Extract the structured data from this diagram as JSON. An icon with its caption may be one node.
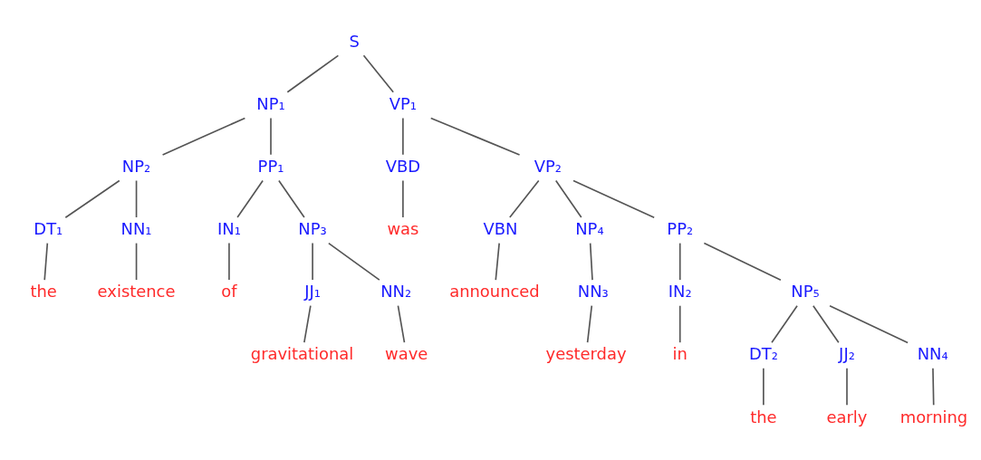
{
  "diagram": {
    "nodes": [
      {
        "text": [
          "S"
        ]
      },
      {
        "text": [
          "NP₁"
        ]
      },
      {
        "text": [
          "VP₁"
        ]
      },
      {
        "text": [
          "NP₂"
        ]
      },
      {
        "text": [
          "PP₁"
        ]
      },
      {
        "text": [
          "VBD"
        ]
      },
      {
        "text": [
          "VP₂"
        ]
      },
      {
        "text": [
          "DT₁"
        ]
      },
      {
        "text": [
          "NN₁"
        ]
      },
      {
        "text": [
          "IN₁"
        ]
      },
      {
        "text": [
          "NP₃"
        ]
      },
      {
        "text": [
          "was"
        ]
      },
      {
        "text": [
          "VBN"
        ]
      },
      {
        "text": [
          "NP₄"
        ]
      },
      {
        "text": [
          "PP₂"
        ]
      },
      {
        "text": [
          "the"
        ]
      },
      {
        "text": [
          "existence"
        ]
      },
      {
        "text": [
          "of"
        ]
      },
      {
        "text": [
          "JJ₁"
        ]
      },
      {
        "text": [
          "NN₂"
        ]
      },
      {
        "text": [
          "announced"
        ]
      },
      {
        "text": [
          "NN₃"
        ]
      },
      {
        "text": [
          "IN₂"
        ]
      },
      {
        "text": [
          "NP₅"
        ]
      },
      {
        "text": [
          "gravitational"
        ]
      },
      {
        "text": [
          "wave"
        ]
      },
      {
        "text": [
          "yesterday"
        ]
      },
      {
        "text": [
          "in"
        ]
      },
      {
        "text": [
          "DT₂"
        ]
      },
      {
        "text": [
          "JJ₂"
        ]
      },
      {
        "text": [
          "NN₄"
        ]
      },
      {
        "text": [
          "the"
        ]
      },
      {
        "text": [
          "early"
        ]
      },
      {
        "text": [
          "morning"
        ]
      }
    ],
    "edges": [
      {
        "from": 0,
        "to": 1,
        "arrow": "none"
      },
      {
        "from": 0,
        "to": 2,
        "arrow": "none"
      },
      {
        "from": 1,
        "to": 3,
        "arrow": "none"
      },
      {
        "from": 1,
        "to": 4,
        "arrow": "none"
      },
      {
        "from": 2,
        "to": 5,
        "arrow": "none"
      },
      {
        "from": 2,
        "to": 6,
        "arrow": "none"
      },
      {
        "from": 3,
        "to": 7,
        "arrow": "none"
      },
      {
        "from": 3,
        "to": 8,
        "arrow": "none"
      },
      {
        "from": 4,
        "to": 9,
        "arrow": "none"
      },
      {
        "from": 4,
        "to": 10,
        "arrow": "none"
      },
      {
        "from": 5,
        "to": 11,
        "arrow": "none"
      },
      {
        "from": 6,
        "to": 12,
        "arrow": "none"
      },
      {
        "from": 6,
        "to": 13,
        "arrow": "none"
      },
      {
        "from": 6,
        "to": 14,
        "arrow": "none"
      },
      {
        "from": 7,
        "to": 15,
        "arrow": "none"
      },
      {
        "from": 8,
        "to": 16,
        "arrow": "none"
      },
      {
        "from": 9,
        "to": 17,
        "arrow": "none"
      },
      {
        "from": 10,
        "to": 18,
        "arrow": "none"
      },
      {
        "from": 10,
        "to": 19,
        "arrow": "none"
      },
      {
        "from": 12,
        "to": 20,
        "arrow": "none"
      },
      {
        "from": 13,
        "to": 21,
        "arrow": "none"
      },
      {
        "from": 14,
        "to": 22,
        "arrow": "none"
      },
      {
        "from": 14,
        "to": 23,
        "arrow": "none"
      },
      {
        "from": 18,
        "to": 24,
        "arrow": "none"
      },
      {
        "from": 19,
        "to": 25,
        "arrow": "none"
      },
      {
        "from": 21,
        "to": 26,
        "arrow": "none"
      },
      {
        "from": 22,
        "to": 27,
        "arrow": "none"
      },
      {
        "from": 23,
        "to": 28,
        "arrow": "none"
      },
      {
        "from": 23,
        "to": 29,
        "arrow": "none"
      },
      {
        "from": 23,
        "to": 30,
        "arrow": "none"
      },
      {
        "from": 28,
        "to": 31,
        "arrow": "none"
      },
      {
        "from": 29,
        "to": 32,
        "arrow": "none"
      },
      {
        "from": 30,
        "to": 33,
        "arrow": "none"
      }
    ]
  }
}
